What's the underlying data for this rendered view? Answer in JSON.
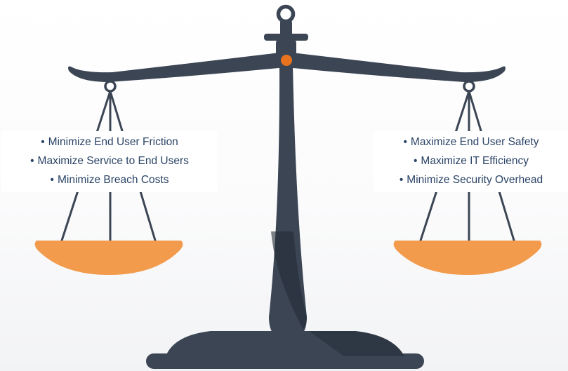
{
  "left_pan": {
    "items": [
      "Minimize End User Friction",
      "Maximize Service to End Users",
      "Minimize Breach Costs"
    ]
  },
  "right_pan": {
    "items": [
      "Maximize End User Safety",
      "Maximize IT Efficiency",
      "Minimize Security Overhead"
    ]
  },
  "colors": {
    "scale": "#3b4554",
    "scale_shadow": "#252c37",
    "pan": "#f29b4c",
    "pivot": "#e8731e",
    "text": "#2a4366"
  }
}
